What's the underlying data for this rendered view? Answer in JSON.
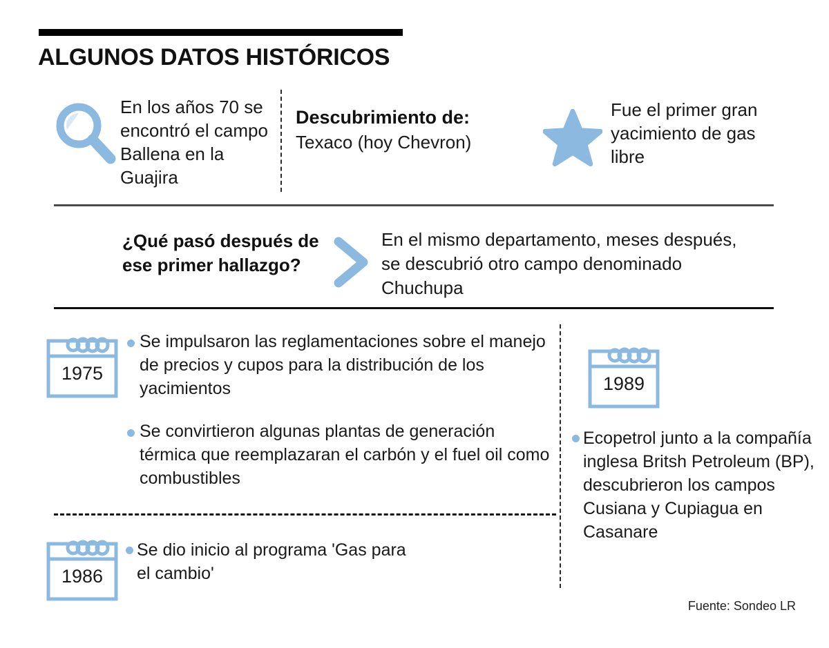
{
  "header": {
    "title": "ALGUNOS DATOS HISTÓRICOS"
  },
  "section_discovery": {
    "magnifier_icon": "search-icon",
    "left_text": "En los años 70 se encontró el campo Ballena en la Guajira",
    "middle_label": "Descubrimiento de:",
    "middle_value": "Texaco (hoy Chevron)",
    "star_icon": "star-icon",
    "right_text": "Fue el primer gran yacimiento de gas libre"
  },
  "section_followup": {
    "question": "¿Qué pasó después de ese primer hallazgo?",
    "chevron_icon": "chevron-right-icon",
    "answer": "En el mismo departamento, meses después, se descubrió otro campo denominado Chuchupa"
  },
  "timeline": [
    {
      "year": "1975",
      "icon": "calendar-icon",
      "bullets": [
        "Se impulsaron las reglamentaciones sobre el manejo de precios y cupos para la distribución de los yacimientos",
        "Se convirtieron algunas plantas de generación térmica que reemplazaran el carbón y el fuel oil como combustibles"
      ]
    },
    {
      "year": "1986",
      "icon": "calendar-icon",
      "bullets": [
        "Se dio inicio  al programa 'Gas para el cambio'"
      ]
    },
    {
      "year": "1989",
      "icon": "calendar-icon",
      "bullets": [
        "Ecopetrol  junto a la compañía inglesa Britsh Petroleum (BP), descubrieron los campos Cusiana y Cupiagua en Casanare"
      ]
    }
  ],
  "footer": {
    "source": "Fuente: Sondeo LR"
  },
  "colors": {
    "accent_blue": "#8cb9e0",
    "accent_blue_light": "#d6e6f5",
    "rule_dark": "#111111",
    "rule_grey": "#4a4a4a",
    "text": "#1a1a1a"
  }
}
